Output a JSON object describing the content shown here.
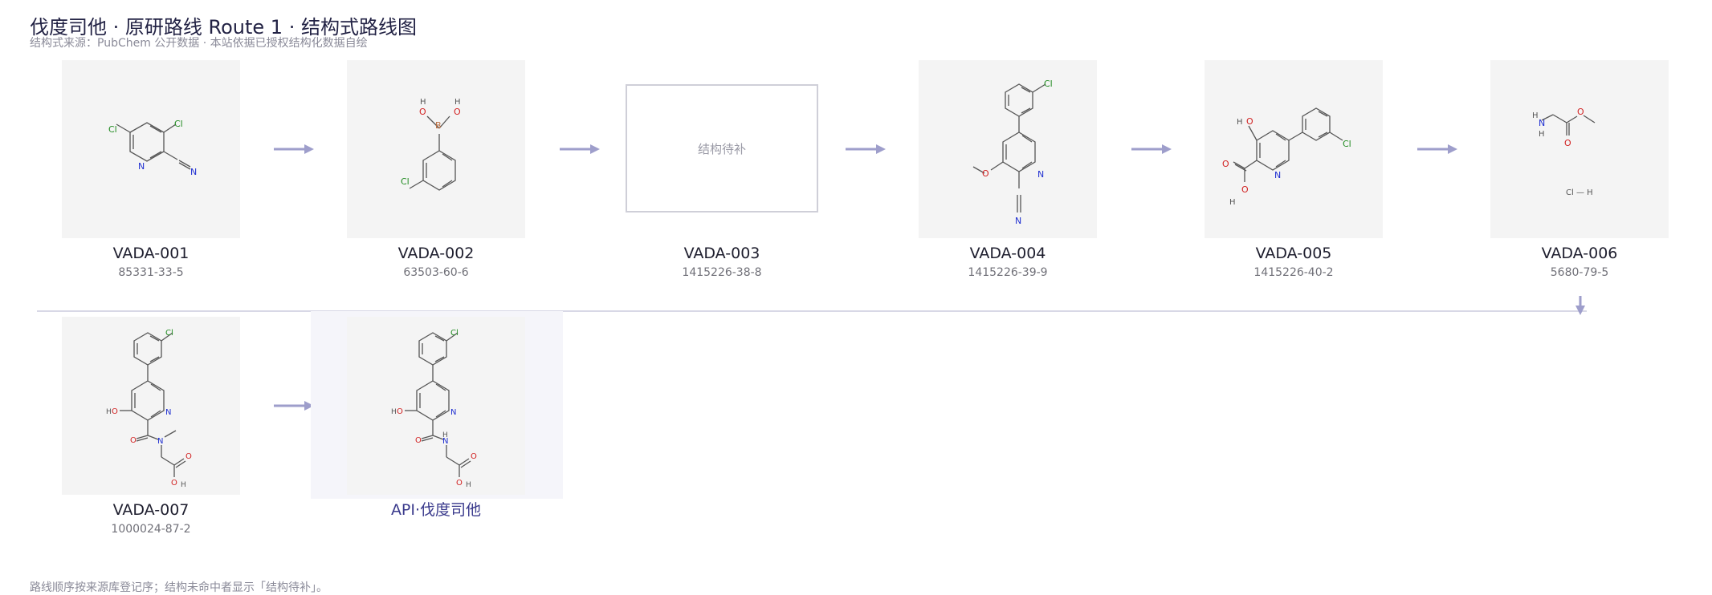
{
  "page": {
    "title": "伐度司他 · 原研路线 Route 1 · 结构式路线图",
    "subtitle": "结构式来源：PubChem 公开数据 · 本站依据已授权结构化数据自绘",
    "footer": "路线顺序按来源库登记序；结构未命中者显示「结构待补」。"
  },
  "colors": {
    "arrow": "#9e9ecb",
    "title": "#222244",
    "api_label": "#3a3a8c",
    "tile_bg": "#f4f4f4",
    "divider": "#d8d8e6",
    "atom_N": "#1f2fd1",
    "atom_O": "#d11f1f",
    "atom_Cl": "#1f8a1f",
    "atom_B": "#b86a3c",
    "bond": "#555555"
  },
  "compounds": [
    {
      "code": "VADA-001",
      "cas": "85331-33-5",
      "structure": "present"
    },
    {
      "code": "VADA-002",
      "cas": "63503-60-6",
      "structure": "present"
    },
    {
      "code": "VADA-003",
      "cas": "1415226-38-8",
      "structure": "pending",
      "pending_text": "结构待补"
    },
    {
      "code": "VADA-004",
      "cas": "1415226-39-9",
      "structure": "present"
    },
    {
      "code": "VADA-005",
      "cas": "1415226-40-2",
      "structure": "present"
    },
    {
      "code": "VADA-006",
      "cas": "5680-79-5",
      "structure": "present"
    },
    {
      "code": "VADA-007",
      "cas": "1000024-87-2",
      "structure": "present"
    }
  ],
  "api": {
    "label": "API·伐度司他"
  },
  "atoms": {
    "cl": "Cl",
    "n": "N",
    "o": "O",
    "h": "H",
    "b": "B",
    "hcl": "Cl — H"
  }
}
